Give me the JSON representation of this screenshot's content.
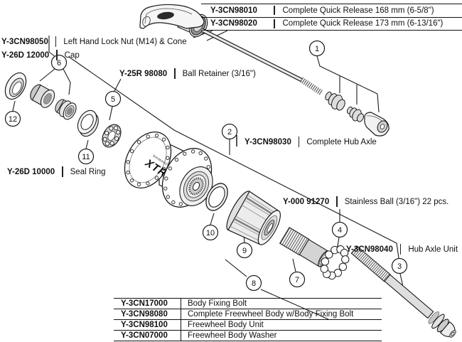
{
  "part_labels": {
    "qr_block": {
      "rows": [
        {
          "part_no": "Y-3CN98010",
          "description": "Complete Quick Release 168 mm (6-5/8\")"
        },
        {
          "part_no": "Y-3CN98020",
          "description": "Complete Quick Release 173 mm (6-13/16\")"
        }
      ]
    },
    "lock_nut_cone": {
      "part_no": "Y-3CN98050",
      "description": "Left Hand Lock Nut (M14) & Cone"
    },
    "cap": {
      "part_no": "Y-26D 12000",
      "description": "Cap"
    },
    "ball_retainer": {
      "part_no": "Y-25R 98080",
      "description": "Ball Retainer (3/16\")"
    },
    "complete_hub_axle": {
      "part_no": "Y-3CN98030",
      "description": "Complete Hub Axle"
    },
    "seal_ring": {
      "part_no": "Y-26D 10000",
      "description": "Seal Ring"
    },
    "stainless_ball": {
      "part_no": "Y-000 91270",
      "description": "Stainless Ball (3/16\") 22 pcs."
    },
    "hub_axle_unit": {
      "part_no": "Y-3CN98040",
      "description": "Hub Axle Unit"
    }
  },
  "parts_table": {
    "rows": [
      {
        "part_no": "Y-3CN17000",
        "description": "Body Fixing Bolt"
      },
      {
        "part_no": "Y-3CN98080",
        "description": "Complete Freewheel Body w/Body Fixing Bolt"
      },
      {
        "part_no": "Y-3CN98100",
        "description": "Freewheel Body Unit"
      },
      {
        "part_no": "Y-3CN07000",
        "description": "Freewheel Body Washer"
      }
    ]
  },
  "callouts": {
    "c1": "1",
    "c2": "2",
    "c3": "3",
    "c4": "4",
    "c5": "5",
    "c6": "6",
    "c7": "7",
    "c8": "8",
    "c9": "9",
    "c10": "10",
    "c11": "11",
    "c12": "12"
  },
  "artwork_text": {
    "hub_brand": "SHIMANO",
    "hub_model": "XTR"
  },
  "colors": {
    "line": "#1a1a1a",
    "background": "#ffffff"
  }
}
